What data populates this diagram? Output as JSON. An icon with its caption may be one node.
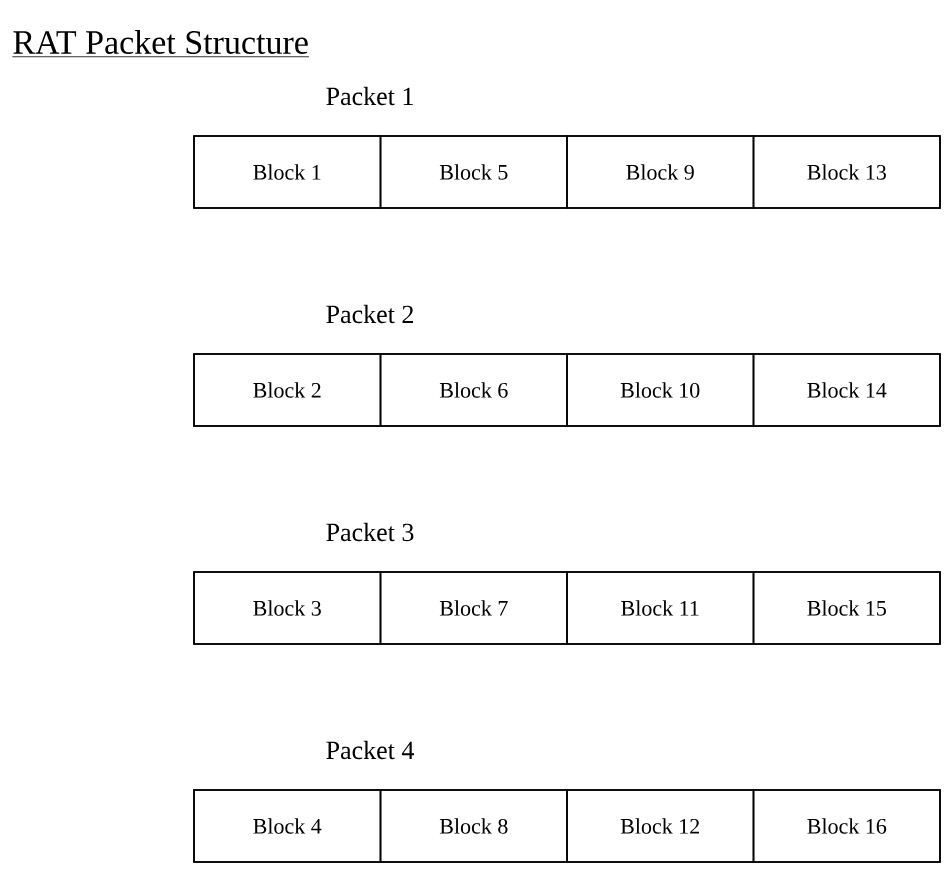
{
  "diagram": {
    "title": "RAT Packet Structure",
    "nodes": [
      {
        "text": [
          "Packet 1"
        ]
      },
      {
        "text": [
          "Block 1"
        ],
        "in": 0
      },
      {
        "text": [
          "Block 5"
        ],
        "in": 0
      },
      {
        "text": [
          "Block 9"
        ],
        "in": 0
      },
      {
        "text": [
          "Block 13"
        ],
        "in": 0
      },
      {
        "text": [
          "Packet 2"
        ]
      },
      {
        "text": [
          "Block 2"
        ],
        "in": 5
      },
      {
        "text": [
          "Block 6"
        ],
        "in": 5
      },
      {
        "text": [
          "Block 10"
        ],
        "in": 5
      },
      {
        "text": [
          "Block 14"
        ],
        "in": 5
      },
      {
        "text": [
          "Packet 3"
        ]
      },
      {
        "text": [
          "Block 3"
        ],
        "in": 10
      },
      {
        "text": [
          "Block 7"
        ],
        "in": 10
      },
      {
        "text": [
          "Block 11"
        ],
        "in": 10
      },
      {
        "text": [
          "Block 15"
        ],
        "in": 10
      },
      {
        "text": [
          "Packet 4"
        ]
      },
      {
        "text": [
          "Block 4"
        ],
        "in": 15
      },
      {
        "text": [
          "Block 8"
        ],
        "in": 15
      },
      {
        "text": [
          "Block 12"
        ],
        "in": 15
      },
      {
        "text": [
          "Block 16"
        ],
        "in": 15
      }
    ]
  }
}
